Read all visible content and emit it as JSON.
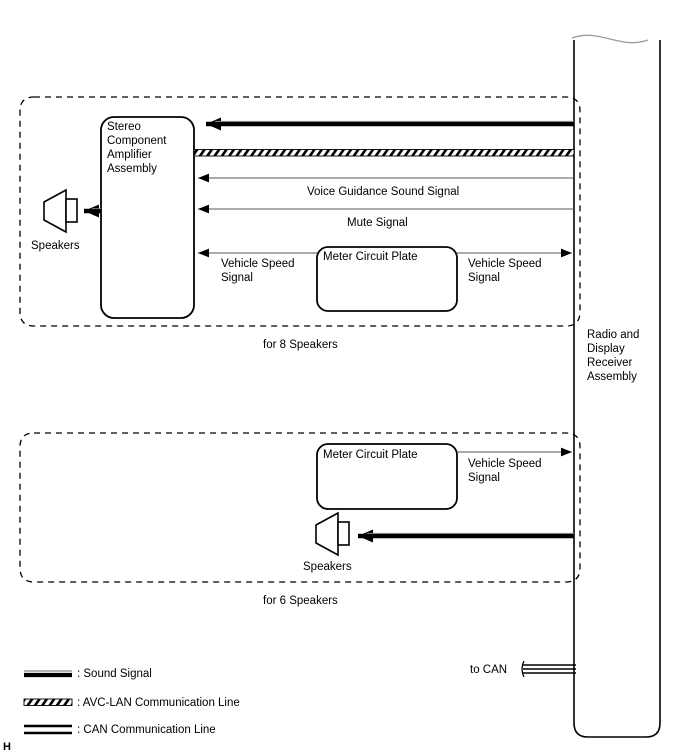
{
  "diagram": {
    "title_marker": "H",
    "receiver": {
      "label": "Radio and\nDisplay\nReceiver\nAssembly",
      "label_lines": [
        "Radio and",
        "Display",
        "Receiver",
        "Assembly"
      ]
    },
    "sections": [
      {
        "id": "for-8-speakers",
        "caption": "for 8 Speakers",
        "blocks": [
          {
            "id": "amplifier",
            "label_lines": [
              "Stereo",
              "Component",
              "Amplifier",
              "Assembly"
            ]
          },
          {
            "id": "meter-circuit-plate",
            "label": "Meter Circuit Plate"
          }
        ],
        "speakers_label": "Speakers",
        "signals": [
          {
            "id": "sound-signal",
            "label": "",
            "line_type": "sound"
          },
          {
            "id": "avc-lan-line",
            "label": "",
            "line_type": "avc-lan"
          },
          {
            "id": "voice-guidance",
            "label": "Voice Guidance Sound Signal",
            "line_type": "thin"
          },
          {
            "id": "mute-signal",
            "label": "Mute Signal",
            "line_type": "thin"
          },
          {
            "id": "vehicle-speed-left",
            "label_lines": [
              "Vehicle Speed",
              "Signal"
            ],
            "line_type": "thin"
          },
          {
            "id": "vehicle-speed-right",
            "label_lines": [
              "Vehicle Speed",
              "Signal"
            ],
            "line_type": "thin"
          }
        ]
      },
      {
        "id": "for-6-speakers",
        "caption": "for 6 Speakers",
        "blocks": [
          {
            "id": "meter-circuit-plate-2",
            "label": "Meter Circuit Plate"
          }
        ],
        "speakers_label": "Speakers",
        "signals": [
          {
            "id": "vehicle-speed-6",
            "label_lines": [
              "Vehicle Speed",
              "Signal"
            ],
            "line_type": "thin"
          },
          {
            "id": "sound-signal-6",
            "label": "",
            "line_type": "sound"
          }
        ]
      }
    ],
    "can_branch": {
      "label": "to CAN",
      "line_type": "can"
    },
    "legend": [
      {
        "id": "sound-signal",
        "swatch": "sound",
        "label": ": Sound Signal"
      },
      {
        "id": "avc-lan",
        "swatch": "avc-lan",
        "label": ": AVC-LAN Communication Line"
      },
      {
        "id": "can",
        "swatch": "can",
        "label": ": CAN Communication Line"
      }
    ],
    "colors": {
      "line": "#000000",
      "thin_line": "#555555",
      "dashed": "#000000",
      "background": "#ffffff"
    }
  }
}
